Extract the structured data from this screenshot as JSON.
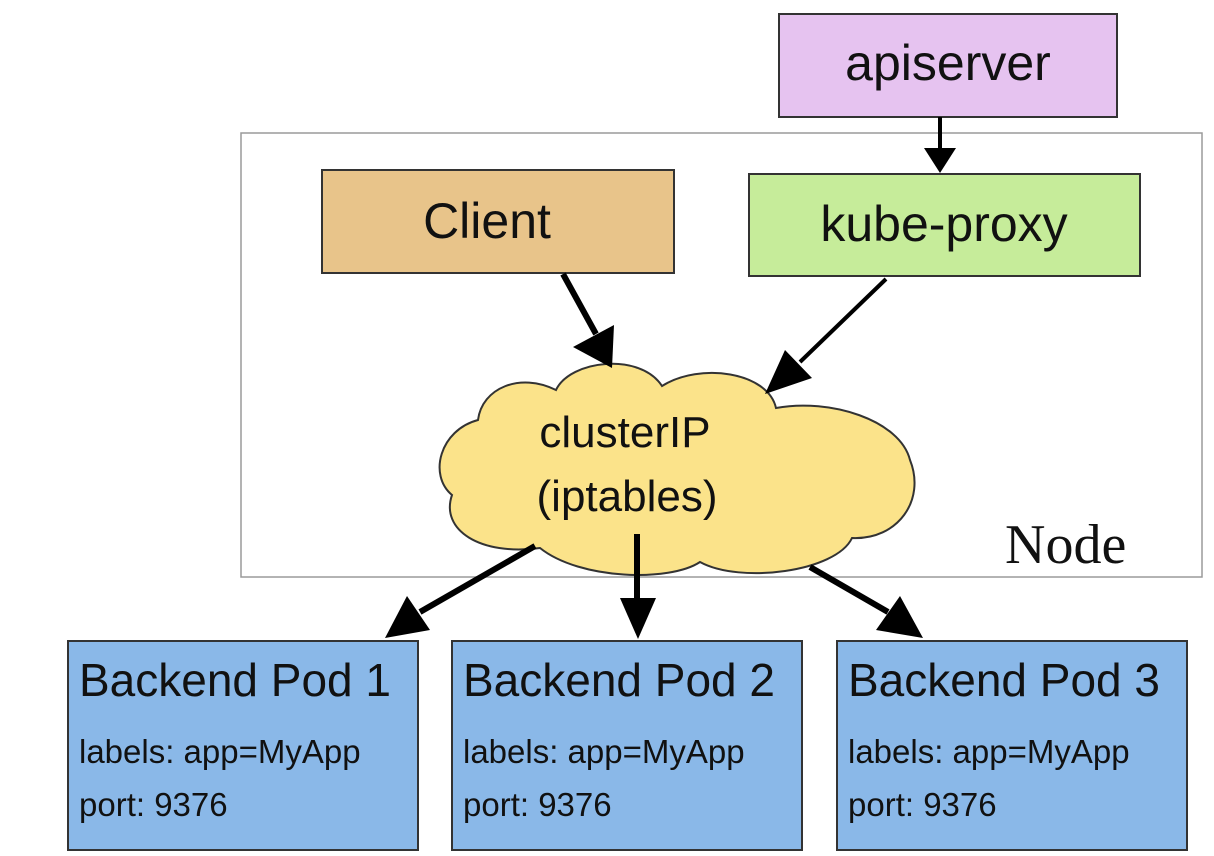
{
  "apiserver": {
    "label": "apiserver",
    "color": "#e6c3f0"
  },
  "client": {
    "label": "Client",
    "color": "#e8c48a"
  },
  "kube_proxy": {
    "label": "kube-proxy",
    "color": "#c6ec9a"
  },
  "cluster_ip": {
    "line1": "clusterIP",
    "line2": "(iptables)",
    "color": "#fbe38a"
  },
  "node": {
    "label": "Node"
  },
  "pods": [
    {
      "title": "Backend Pod 1",
      "labels": "labels: app=MyApp",
      "port": "port: 9376"
    },
    {
      "title": "Backend Pod 2",
      "labels": "labels: app=MyApp",
      "port": "port: 9376"
    },
    {
      "title": "Backend Pod 3",
      "labels": "labels: app=MyApp",
      "port": "port: 9376"
    }
  ],
  "pod_color": "#8ab8e8"
}
